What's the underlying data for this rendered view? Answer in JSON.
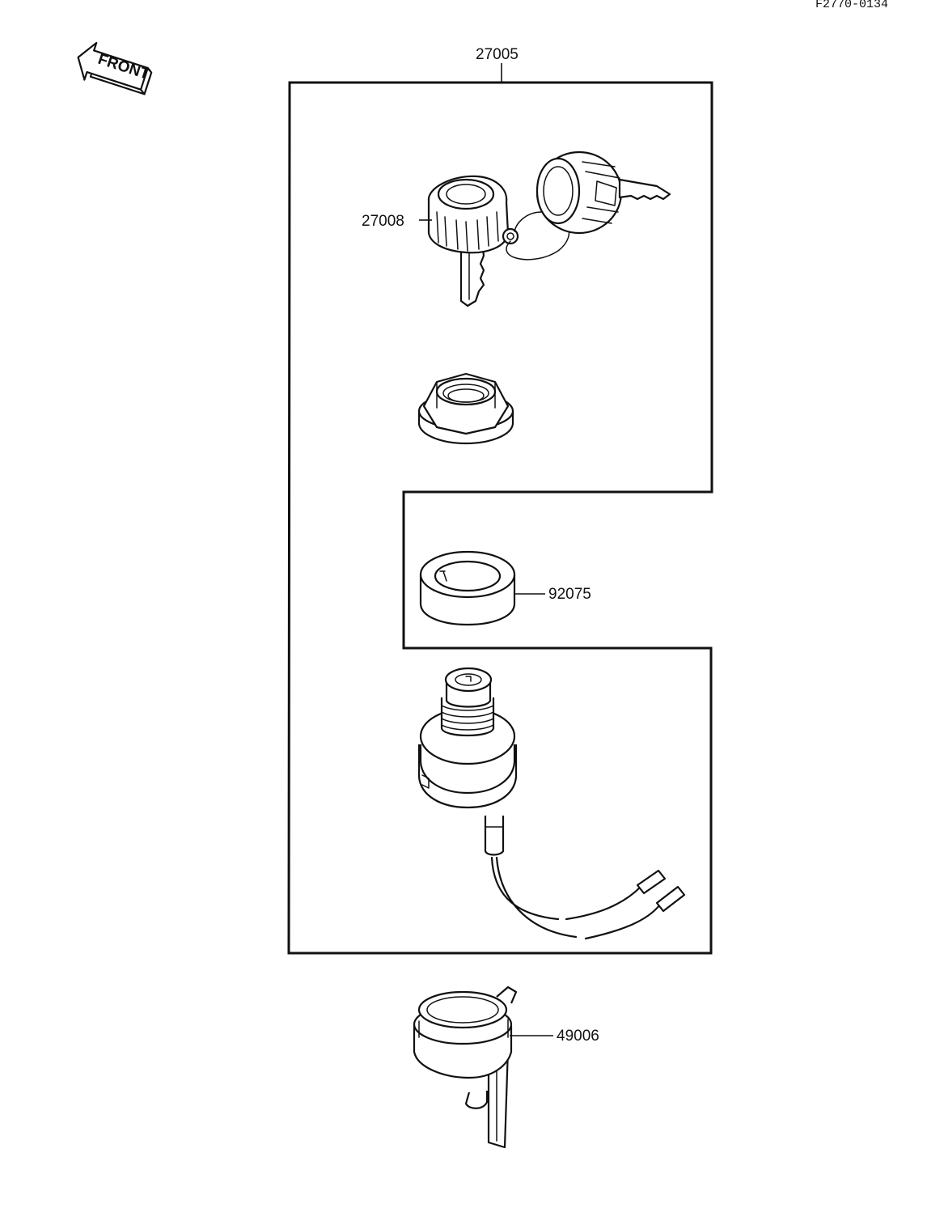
{
  "reference_code": "F2770-0134",
  "front_arrow": {
    "label": "FRONT",
    "icon": "front-arrow-icon"
  },
  "parts": [
    {
      "number": "27005",
      "description_icon": "ignition-switch-kit-icon"
    },
    {
      "number": "27008",
      "description_icon": "key-set-icon"
    },
    {
      "number": "92075",
      "description_icon": "collar-icon"
    },
    {
      "number": "49006",
      "description_icon": "switch-cover-icon"
    }
  ],
  "colors": {
    "ink": "#111111",
    "paper": "#ffffff"
  }
}
